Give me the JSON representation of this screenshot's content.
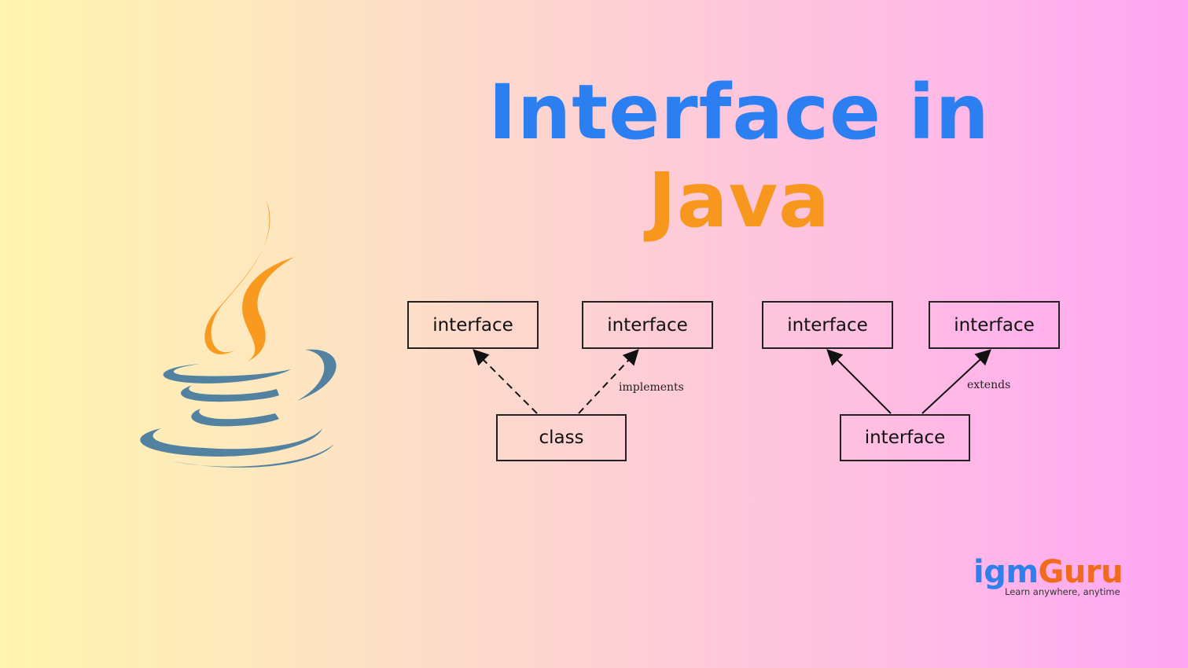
{
  "title": {
    "line1": "Interface in",
    "line2": "Java",
    "line1_color": "#2b7ff0",
    "line2_color": "#f7971e"
  },
  "logo": {
    "icon": "java-coffee-cup-icon"
  },
  "diagrams": [
    {
      "name": "implements-diagram",
      "parents": [
        "interface",
        "interface"
      ],
      "child": "class",
      "edge_label": "implements",
      "edge_style": "dashed"
    },
    {
      "name": "extends-diagram",
      "parents": [
        "interface",
        "interface"
      ],
      "child": "interface",
      "edge_label": "extends",
      "edge_style": "solid"
    }
  ],
  "brand": {
    "name_part1": "igm",
    "name_part2": "Guru",
    "tagline": "Learn anywhere, anytime",
    "color1": "#2f80ed",
    "color2": "#f26b1d"
  }
}
